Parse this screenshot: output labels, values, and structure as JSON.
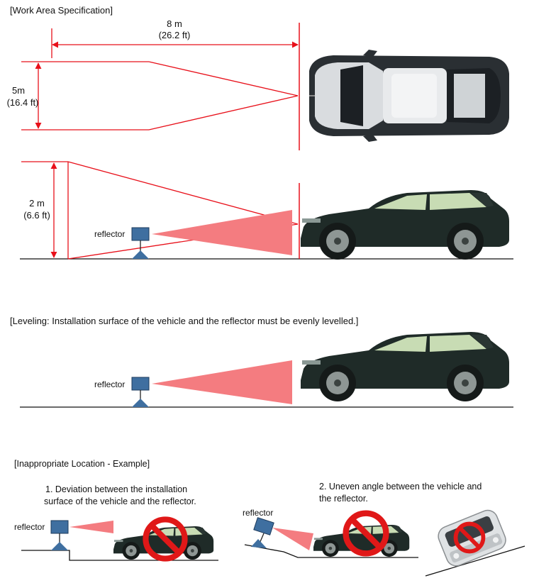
{
  "sections": {
    "work_area": "[Work Area Specification]",
    "leveling": "[Leveling: Installation surface of the vehicle and the reflector must be evenly levelled.]",
    "inappropriate": "[Inappropriate Location - Example]"
  },
  "dims": {
    "width_m": "8 m",
    "width_ft": "(26.2 ft)",
    "depth_m": "5m",
    "depth_ft": "(16.4 ft)",
    "height_m": "2 m",
    "height_ft": "(6.6 ft)"
  },
  "labels": {
    "reflector": "reflector"
  },
  "examples": {
    "ex1_line1": "1. Deviation between the installation",
    "ex1_line2": "surface of the vehicle and the reflector.",
    "ex2_line1": "2. Uneven angle between the vehicle and",
    "ex2_line2": "the reflector."
  },
  "colors": {
    "guide_red": "#e8101a",
    "beam_red": "#f47c80",
    "reflector_blue": "#3f6fa0",
    "car_body": "#1f2b28",
    "prohibit_red": "#e01818"
  }
}
